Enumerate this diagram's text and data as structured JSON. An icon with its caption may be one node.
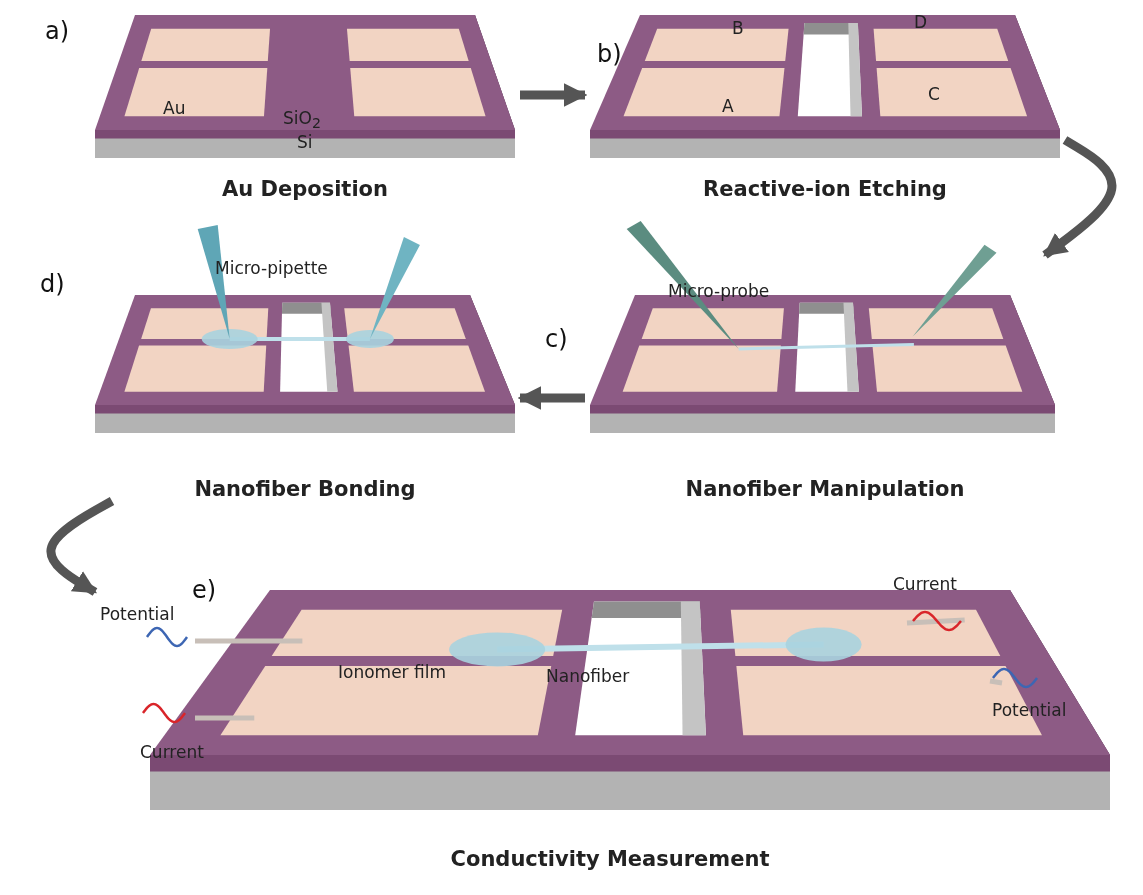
{
  "diagram": {
    "nodes": [
      {
        "text": [
          "Au Deposition"
        ],
        "beside": [
          "a)"
        ]
      },
      {
        "text": [
          "Reactive-ion Etching"
        ],
        "beside": [
          "b)"
        ]
      },
      {
        "text": [
          "Nanofiber Manipulation"
        ],
        "beside": [
          "c)"
        ]
      },
      {
        "text": [
          "Nanofiber Bonding"
        ],
        "beside": [
          "d)"
        ]
      },
      {
        "text": [
          "Conductivity Measurement"
        ],
        "beside": [
          "e)"
        ]
      }
    ],
    "edges": [
      {
        "from": 0,
        "to": 1,
        "arrow": "to"
      },
      {
        "from": 1,
        "to": 2,
        "arrow": "to"
      },
      {
        "from": 2,
        "to": 3,
        "arrow": "to"
      },
      {
        "from": 3,
        "to": 4,
        "arrow": "to"
      }
    ],
    "labels": [
      "Au",
      "SiO$_{2}$",
      "Si",
      "B",
      "D",
      "A",
      "C",
      "Micro-pipette",
      "Micro-probe",
      "Current",
      "Potential",
      "Ionomer film",
      "Nanofiber",
      "Potential",
      "Current"
    ]
  }
}
